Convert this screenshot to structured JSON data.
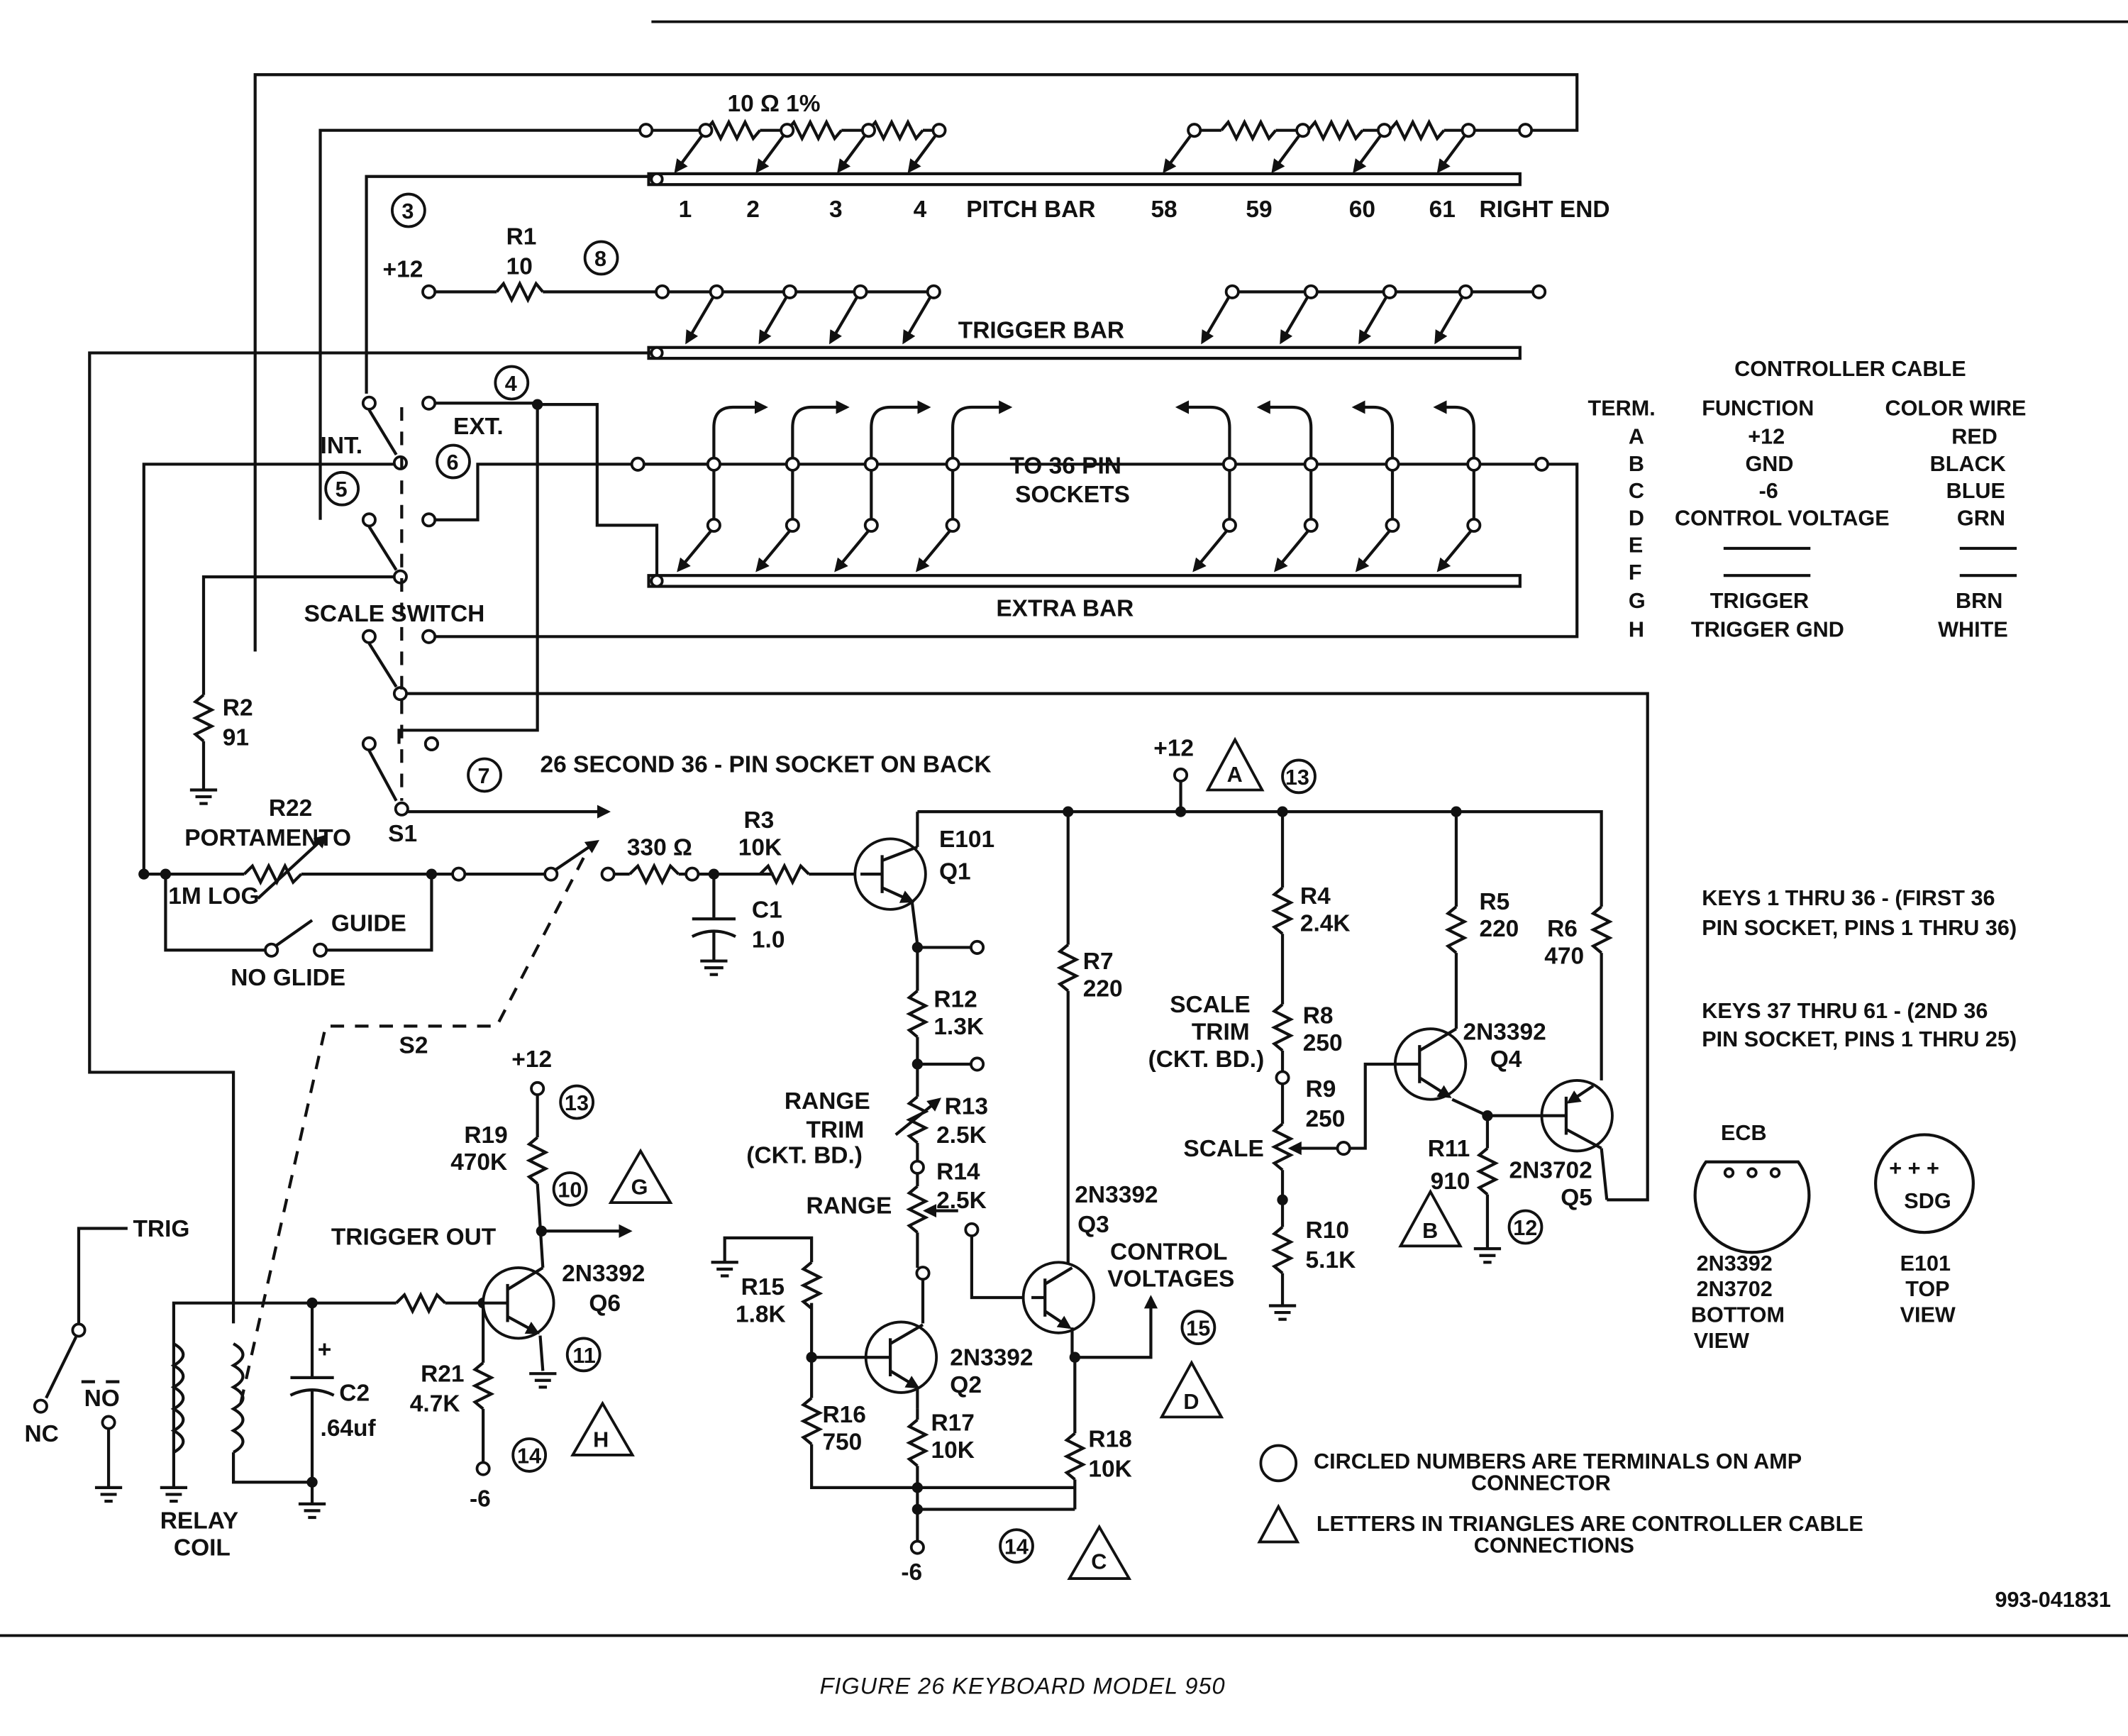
{
  "document_id": "993-041831",
  "caption": "FIGURE 26 KEYBOARD MODEL 950",
  "top_bars": {
    "pitch_resistor_label": "10 Ω  1%",
    "pitch_key_numbers": [
      "1",
      "2",
      "3",
      "4",
      "58",
      "59",
      "60",
      "61"
    ],
    "pitch_bar_label": "PITCH BAR",
    "right_end_label": "RIGHT END",
    "supply_label": "+12",
    "r1_name": "R1",
    "r1_value": "10",
    "trigger_bar_label": "TRIGGER BAR",
    "int_label": "INT.",
    "ext_label": "EXT.",
    "sockets_label_1": "TO 36 PIN",
    "sockets_label_2": "SOCKETS",
    "extra_bar_label": "EXTRA BAR",
    "scale_switch_label": "SCALE SWITCH",
    "r2_name": "R2",
    "r2_value": "91",
    "s1_label": "S1",
    "second_socket_label": "26 SECOND 36 - PIN SOCKET ON BACK"
  },
  "controller_cable": {
    "title": "CONTROLLER CABLE",
    "headers": [
      "TERM.",
      "FUNCTION",
      "COLOR WIRE"
    ],
    "rows": [
      {
        "term": "A",
        "function": "+12",
        "color": "RED"
      },
      {
        "term": "B",
        "function": "GND",
        "color": "BLACK"
      },
      {
        "term": "C",
        "function": "-6",
        "color": "BLUE"
      },
      {
        "term": "D",
        "function": "CONTROL VOLTAGE",
        "color": "GRN"
      },
      {
        "term": "E",
        "function": "",
        "color": ""
      },
      {
        "term": "F",
        "function": "",
        "color": ""
      },
      {
        "term": "G",
        "function": "TRIGGER",
        "color": "BRN"
      },
      {
        "term": "H",
        "function": "TRIGGER GND",
        "color": "WHITE"
      }
    ]
  },
  "keys_notes": {
    "first_line_1": "KEYS 1 THRU 36 - (FIRST 36",
    "first_line_2": "PIN SOCKET, PINS 1 THRU 36)",
    "second_line_1": "KEYS 37 THRU 61 - (2ND 36",
    "second_line_2": "PIN SOCKET, PINS 1 THRU 25)"
  },
  "glide_section": {
    "r22_name": "R22",
    "r22_label": "PORTAMENTO",
    "r22_value": "1M LOG",
    "guide_label": "GUIDE",
    "no_glide_label": "NO GLIDE",
    "s2_label": "S2",
    "r_330_value": "330 Ω",
    "r3_name": "R3",
    "r3_value": "10K",
    "c1_name": "C1",
    "c1_value": "1.0"
  },
  "control_section": {
    "supply_label": "+12",
    "neg_supply_label": "-6",
    "q1_type": "E101",
    "q1_name": "Q1",
    "r4_name": "R4",
    "r4_value": "2.4K",
    "r5_name": "R5",
    "r5_value": "220",
    "r6_name": "R6",
    "r6_value": "470",
    "r7_name": "R7",
    "r7_value": "220",
    "r8_name": "R8",
    "r8_value": "250",
    "r9_name": "R9",
    "r9_value": "250",
    "r10_name": "R10",
    "r10_value": "5.1K",
    "r11_name": "R11",
    "r11_value": "910",
    "r12_name": "R12",
    "r12_value": "1.3K",
    "r13_name": "R13",
    "r13_value": "2.5K",
    "r14_name": "R14",
    "r14_value": "2.5K",
    "r15_name": "R15",
    "r15_value": "1.8K",
    "r16_name": "R16",
    "r16_value": "750",
    "r17_name": "R17",
    "r17_value": "10K",
    "r18_name": "R18",
    "r18_value": "10K",
    "scale_trim_1": "SCALE",
    "scale_trim_2": "TRIM",
    "scale_trim_3": "(CKT. BD.)",
    "scale_label": "SCALE",
    "range_trim_1": "RANGE",
    "range_trim_2": "TRIM",
    "range_trim_3": "(CKT. BD.)",
    "range_label": "RANGE",
    "q2_type": "2N3392",
    "q2_name": "Q2",
    "q3_type": "2N3392",
    "q3_name": "Q3",
    "q4_type": "2N3392",
    "q4_name": "Q4",
    "q5_type": "2N3702",
    "q5_name": "Q5",
    "control_voltages_1": "CONTROL",
    "control_voltages_2": "VOLTAGES"
  },
  "trigger_section": {
    "trig_label": "TRIG",
    "nc_label": "NC",
    "no_label": "NO",
    "relay_label_1": "RELAY",
    "relay_label_2": "COIL",
    "c2_name": "C2",
    "c2_value": ".64uf",
    "c2_polarity": "+",
    "supply_label": "+12",
    "neg_supply_label": "-6",
    "r19_name": "R19",
    "r19_value": "470K",
    "r21_name": "R21",
    "r21_value": "4.7K",
    "trigger_out_label": "TRIGGER OUT",
    "q6_type": "2N3392",
    "q6_name": "Q6"
  },
  "terminals": {
    "t3": "3",
    "t4": "4",
    "t5": "5",
    "t6": "6",
    "t7": "7",
    "t8": "8",
    "t10": "10",
    "t11": "11",
    "t12": "12",
    "t13a": "13",
    "t13b": "13",
    "t14a": "14",
    "t14b": "14",
    "t15": "15"
  },
  "triangles": {
    "a": "A",
    "b": "B",
    "c": "C",
    "d": "D",
    "g": "G",
    "h": "H"
  },
  "legend": {
    "circle_line_1": "CIRCLED NUMBERS ARE TERMINALS ON AMP",
    "circle_line_2": "CONNECTOR",
    "triangle_line_1": "LETTERS IN TRIANGLES ARE CONTROLLER CABLE",
    "triangle_line_2": "CONNECTIONS"
  },
  "packages": {
    "ecb_label": "ECB",
    "ecb_types_1": "2N3392",
    "ecb_types_2": "2N3702",
    "ecb_view_1": "BOTTOM",
    "ecb_view_2": "VIEW",
    "sdg_pins": "+ + +",
    "sdg_label": "SDG",
    "sdg_type": "E101",
    "sdg_view_1": "TOP",
    "sdg_view_2": "VIEW"
  }
}
